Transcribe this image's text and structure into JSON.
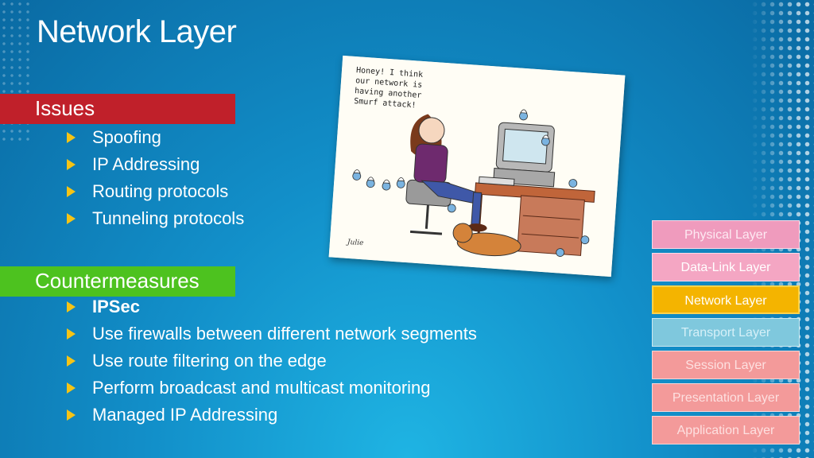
{
  "title": "Network Layer",
  "issues": {
    "heading": "Issues",
    "color": "#c0202a",
    "items": [
      "Spoofing",
      "IP Addressing",
      "Routing protocols",
      "Tunneling protocols"
    ]
  },
  "countermeasures": {
    "heading": "Countermeasures",
    "color": "#4dc21f",
    "items": [
      "IPSec",
      "Use firewalls between different network segments",
      "Use route filtering on the edge",
      "Perform broadcast and multicast monitoring",
      "Managed IP Addressing"
    ]
  },
  "cartoon": {
    "caption": [
      "Honey! I think",
      "our network is",
      "having another",
      "Smurf attack!"
    ],
    "signature": "Julie"
  },
  "layers": [
    {
      "label": "Physical Layer",
      "state": "pink"
    },
    {
      "label": "Data-Link Layer",
      "state": "pink"
    },
    {
      "label": "Network Layer",
      "state": "active"
    },
    {
      "label": "Transport Layer",
      "state": "transport"
    },
    {
      "label": "Session Layer",
      "state": "salmon"
    },
    {
      "label": "Presentation Layer",
      "state": "salmon"
    },
    {
      "label": "Application Layer",
      "state": "salmon"
    }
  ],
  "colors": {
    "accent": "#f4b400",
    "bullet": "#f5c416"
  }
}
